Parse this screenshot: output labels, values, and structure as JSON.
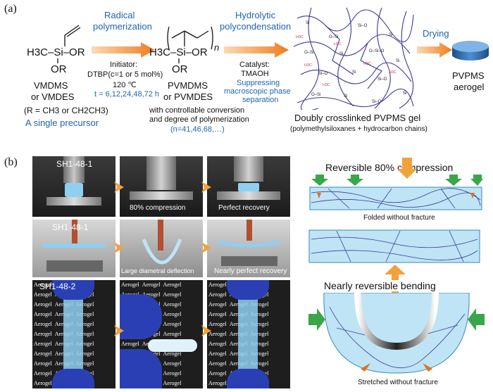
{
  "panel_a": {
    "label": "(a)",
    "precursor": {
      "formula_left": "H3C",
      "si": "Si",
      "or_right": "OR",
      "or_bottom": "OR",
      "names": [
        "VMDMS",
        "or VMDES"
      ],
      "r_def": "(R = CH3 or CH2CH3)",
      "caption": "A single precursor"
    },
    "step1": {
      "title_lines": [
        "Radical",
        "polymerization"
      ],
      "initiator": "Initiator:",
      "dtbp": "DTBP(c=1 or 5 mol%)",
      "temp": "120 ℃",
      "time": "t = 6,12,24,48,72 h"
    },
    "polymer": {
      "subscript_n": "n",
      "formula_left": "H3C",
      "si": "Si",
      "or_right": "OR",
      "or_bottom": "OR",
      "names": [
        "PVMDMS",
        "or PVMDES"
      ],
      "note_lines": [
        "with controllable conversion",
        "and degree of polymerization"
      ],
      "n_values": "(n=41,46,68,…)"
    },
    "step2": {
      "title_lines": [
        "Hydrolytic",
        "polycondensation"
      ],
      "catalyst_lines": [
        "Catalyst:",
        "TMAOH"
      ],
      "suppress_lines": [
        "Suppressing",
        "macroscopic phase",
        "separation"
      ]
    },
    "gel": {
      "title": "Doubly crosslinked PVPMS gel",
      "subtitle": "(polymethylsiloxanes + hydrocarbon chains)"
    },
    "step3": {
      "title": "Drying"
    },
    "aerogel": {
      "label_lines": [
        "PVPMS",
        "aerogel"
      ]
    }
  },
  "panel_b": {
    "label": "(b)",
    "photos": [
      {
        "sample": "SH1-48-1",
        "caption": ""
      },
      {
        "sample": "",
        "caption": "80% compression"
      },
      {
        "sample": "",
        "caption": "Perfect recovery"
      },
      {
        "sample": "SH1-48-1",
        "caption": ""
      },
      {
        "sample": "",
        "caption": "Large diametral deflection"
      },
      {
        "sample": "",
        "caption": "Nearly perfect recovery"
      },
      {
        "sample": "SH1-48-2",
        "caption": ""
      },
      {
        "sample": "",
        "caption": ""
      },
      {
        "sample": "",
        "caption": ""
      }
    ],
    "paper_word": "Aerogel",
    "schematic": {
      "top_title": "Reversible 80% compression",
      "top_caption": "Folded without fracture",
      "bend_title": "Nearly reversible bending",
      "bottom_caption": "Stretched without fracture"
    }
  }
}
